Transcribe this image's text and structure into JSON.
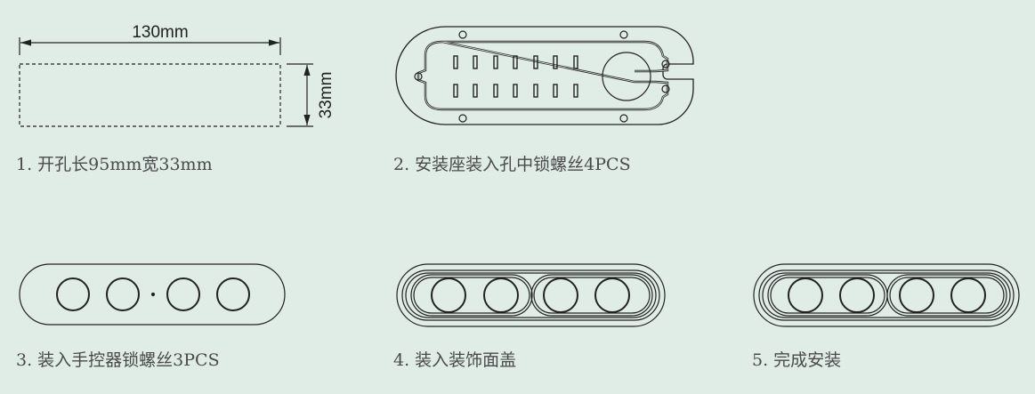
{
  "steps": [
    {
      "caption": "1. 开孔长95mm宽33mm",
      "dim_width": "130mm",
      "dim_height": "33mm"
    },
    {
      "caption": "2. 安装座装入孔中锁螺丝4PCS"
    },
    {
      "caption": "3. 装入手控器锁螺丝3PCS"
    },
    {
      "caption": "4. 装入装饰面盖"
    },
    {
      "caption": "5. 完成安装"
    }
  ],
  "colors": {
    "background": "#e0ece6",
    "line": "#222222",
    "text": "#4a4a4a"
  }
}
